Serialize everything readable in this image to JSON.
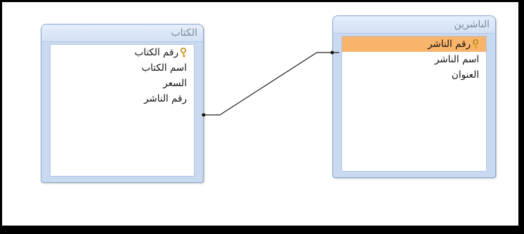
{
  "tables": {
    "books": {
      "title": "الكتاب",
      "fields": [
        {
          "label": "رقم الكتاب",
          "primary_key": true
        },
        {
          "label": "اسم الكتاب",
          "primary_key": false
        },
        {
          "label": "السعر",
          "primary_key": false
        },
        {
          "label": "رقم الناشر",
          "primary_key": false
        }
      ]
    },
    "publishers": {
      "title": "الناشرين",
      "fields": [
        {
          "label": "رقم الناشر",
          "primary_key": true,
          "selected": true
        },
        {
          "label": "اسم الناشر",
          "primary_key": false
        },
        {
          "label": "العنوان",
          "primary_key": false
        }
      ]
    }
  },
  "colors": {
    "selected_row": "#f9b46b",
    "window_frame": "#c9d9ef",
    "key_icon": "#d9a520"
  },
  "icons": {
    "key": "key-icon"
  }
}
